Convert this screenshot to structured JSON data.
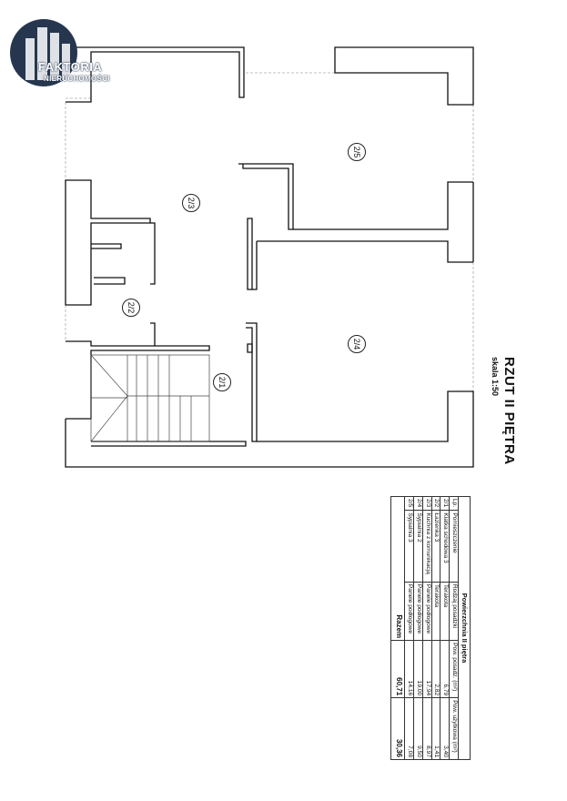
{
  "logo": {
    "line1": "FAKTORIA",
    "line2": "NIERUCHOMOŚCI",
    "color": "#26364f"
  },
  "plan": {
    "title": "RZUT II PIĘTRA",
    "scale": "skala 1:50",
    "rooms": [
      {
        "id": "2/1"
      },
      {
        "id": "2/2"
      },
      {
        "id": "2/3"
      },
      {
        "id": "2/4"
      },
      {
        "id": "2/5"
      }
    ]
  },
  "table": {
    "caption": "Powierzchnia II piętra",
    "headers": [
      "Lp.",
      "Pomieszczenie",
      "Rodzaj posadzki",
      "Pow. posadz. (m²)",
      "Pow. użytkowa (m²)"
    ],
    "rows": [
      [
        "2/1",
        "Klatka schodowa 3",
        "Terakota",
        "6,79",
        "3,40"
      ],
      [
        "2/2",
        "Łazienka 3",
        "Terakota",
        "2,82",
        "1,41"
      ],
      [
        "2/3",
        "Kuchnia z komunikacją",
        "Panele podłogowe",
        "17,94",
        "8,97"
      ],
      [
        "2/4",
        "Sypialnia 2",
        "Panele podłogowe",
        "19,00",
        "9,50"
      ],
      [
        "2/5",
        "Sypialnia 3",
        "Panele podłogowe",
        "14,16",
        "7,08"
      ]
    ],
    "total_label": "Razem",
    "total_floor": "60,71",
    "total_usable": "30,36"
  }
}
